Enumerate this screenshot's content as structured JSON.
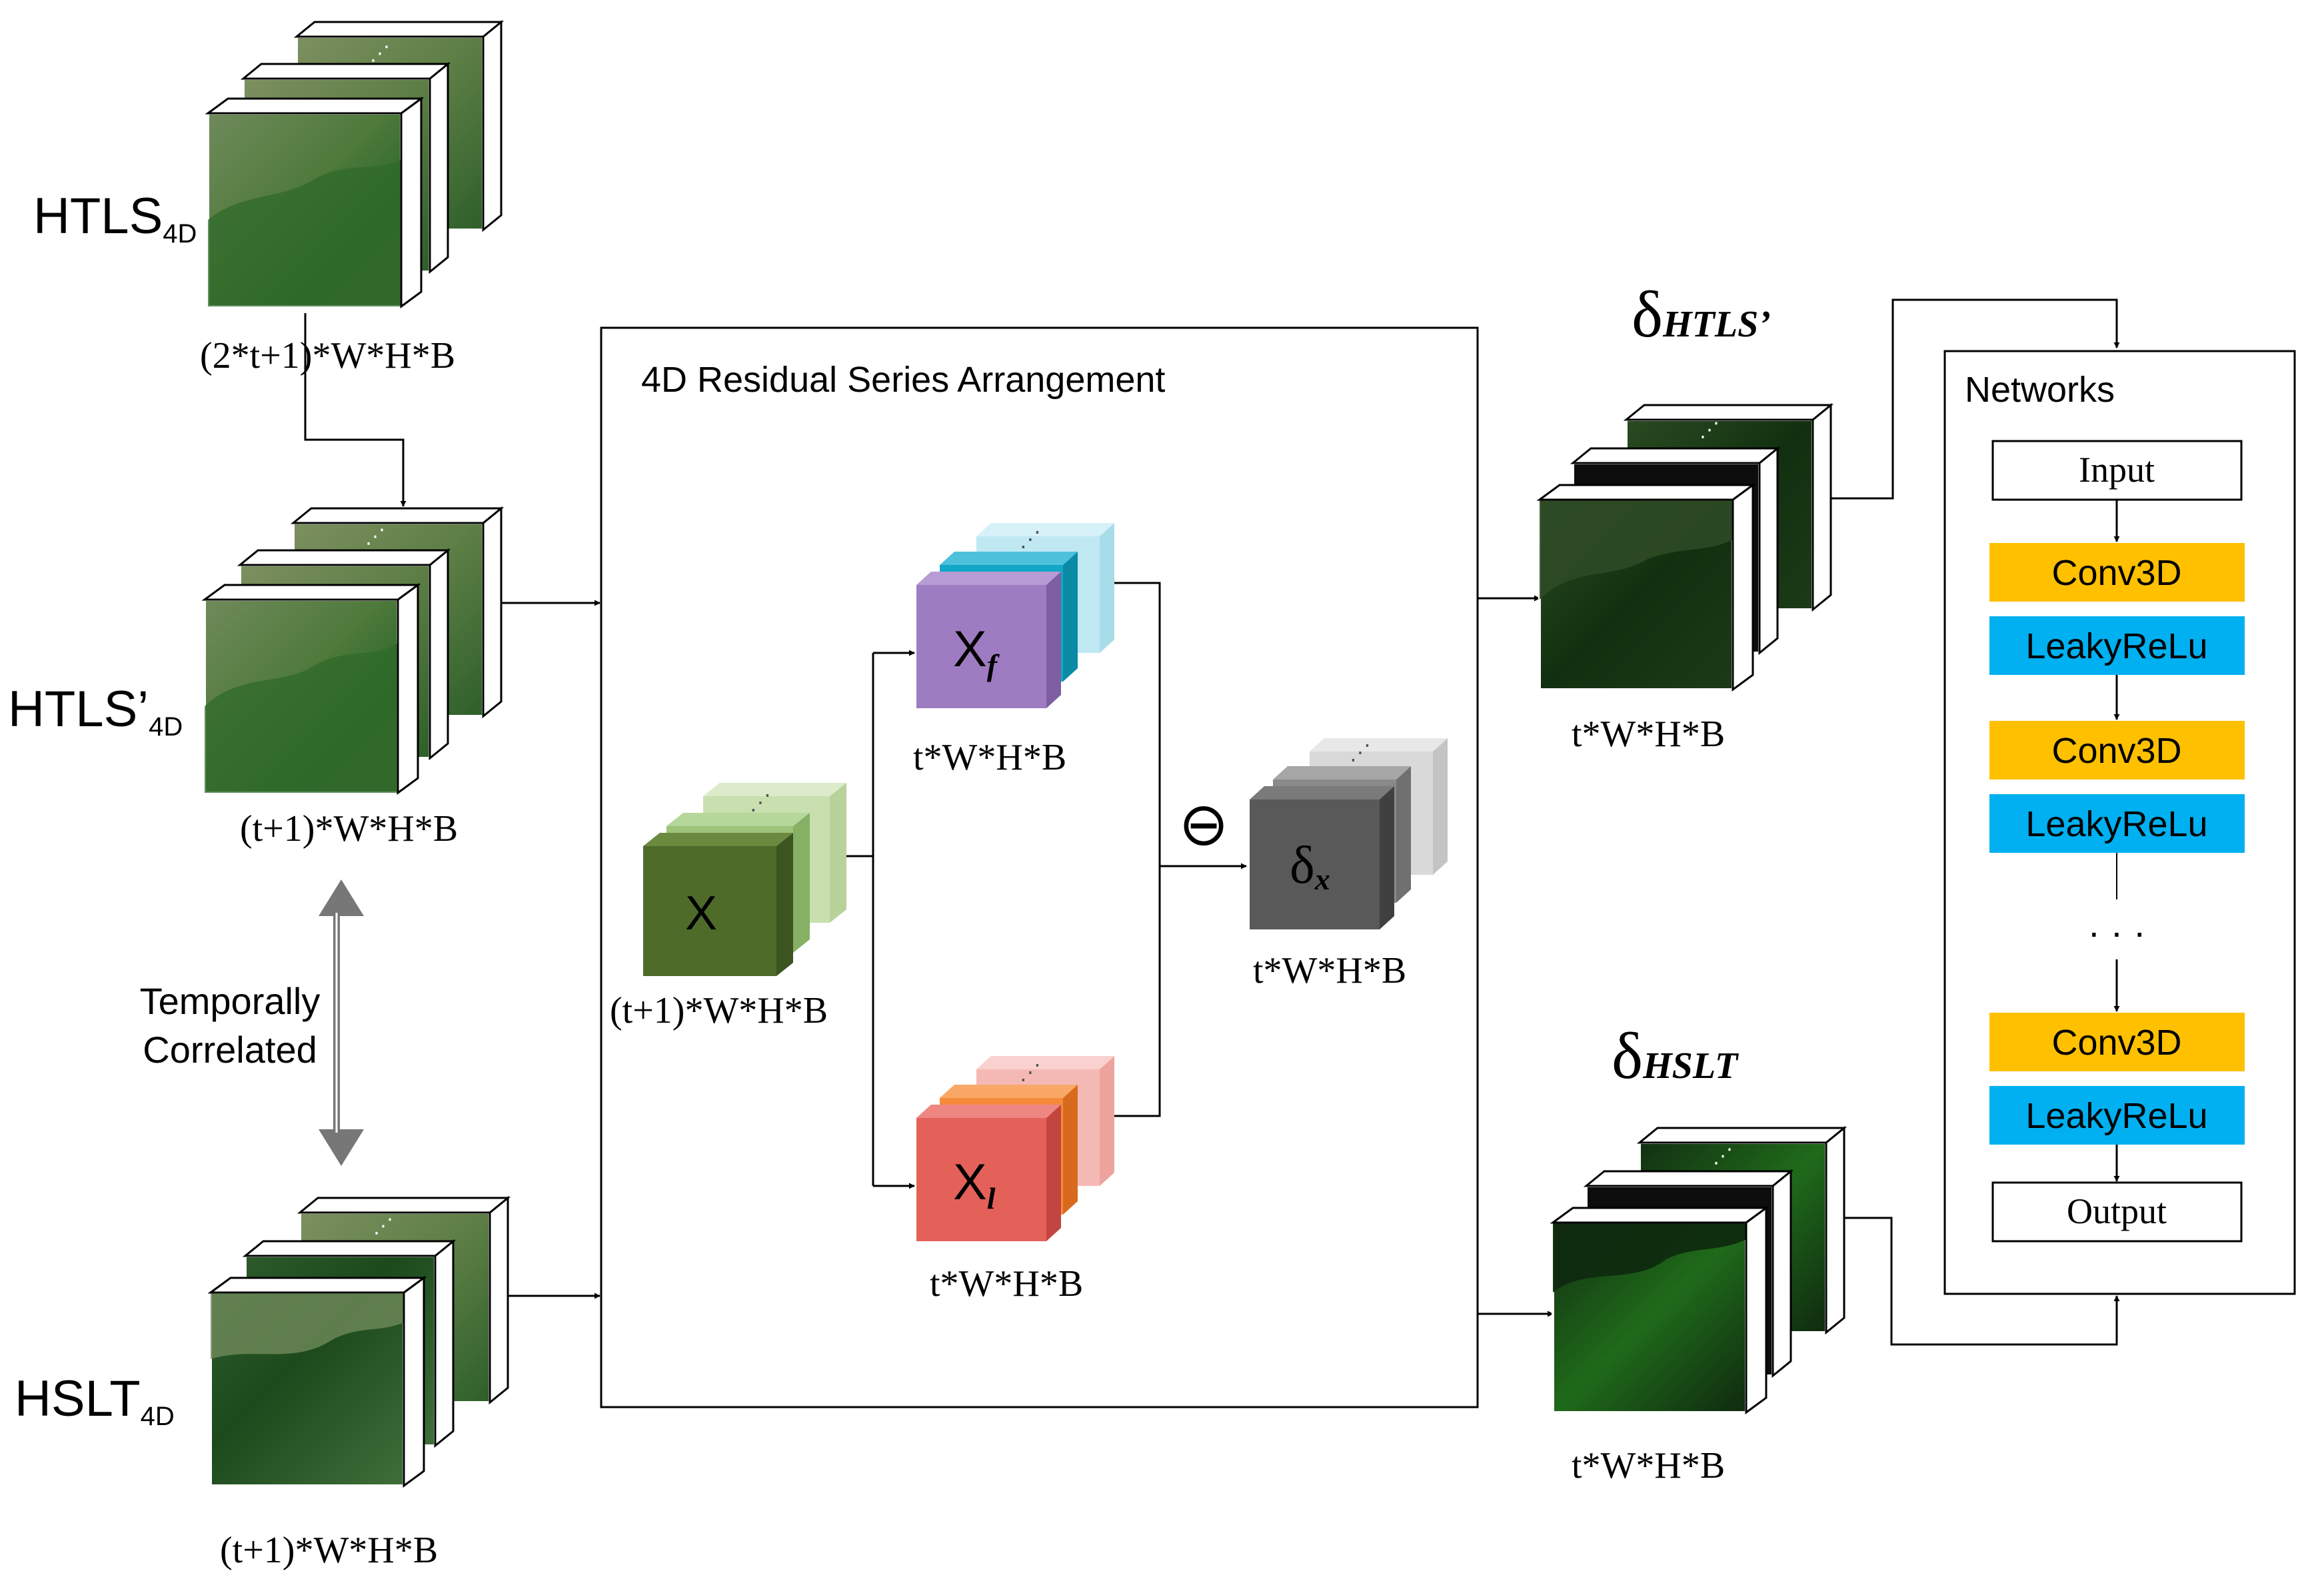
{
  "inputs": {
    "htls": {
      "name": "HTLS",
      "subscript": "4D",
      "dims": "(2*t+1)*W*H*B"
    },
    "htls_prime": {
      "name": "HTLS’",
      "subscript": "4D",
      "dims": "(t+1)*W*H*B"
    },
    "hslt": {
      "name": "HSLT",
      "subscript": "4D",
      "dims": "(t+1)*W*H*B"
    }
  },
  "correlation_label": {
    "line1": "Temporally",
    "line2": "Correlated"
  },
  "arrangement": {
    "title": "4D Residual Series Arrangement",
    "x": {
      "label": "X",
      "dims": "(t+1)*W*H*B"
    },
    "xf": {
      "label": "X",
      "subscript": "f",
      "dims": "t*W*H*B"
    },
    "xl": {
      "label": "X",
      "subscript": "l",
      "dims": "t*W*H*B"
    },
    "minus": "⊖",
    "dx": {
      "label": "δ",
      "subscript": "x",
      "dims": "t*W*H*B"
    }
  },
  "outputs": {
    "delta_htls": {
      "symbol": "δ",
      "subscript": "HTLS’",
      "dims": "t*W*H*B"
    },
    "delta_hslt": {
      "symbol": "δ",
      "subscript": "HSLT",
      "dims": "t*W*H*B"
    }
  },
  "networks": {
    "title": "Networks",
    "input": "Input",
    "output": "Output",
    "ellipsis": "· · ·",
    "layers": [
      {
        "conv": "Conv3D",
        "act": "LeakyReLu"
      },
      {
        "conv": "Conv3D",
        "act": "LeakyReLu"
      },
      {
        "conv": "Conv3D",
        "act": "LeakyReLu"
      }
    ]
  },
  "colors": {
    "conv": "#FFC000",
    "act": "#00B0F0",
    "x_green": "#4E6B2A",
    "xf_purple": "#9E7CC1",
    "xl_red": "#E4615A",
    "dx_gray": "#595959"
  }
}
